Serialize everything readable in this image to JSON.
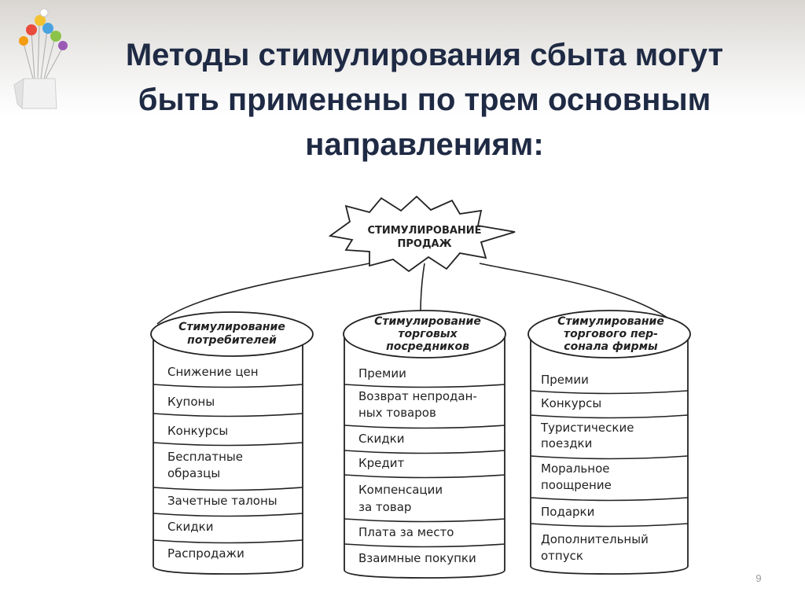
{
  "title": {
    "lines": [
      "Методы стимулирования сбыта могут",
      "быть применены по трем основным",
      "направлениям:"
    ]
  },
  "diagram": {
    "root": {
      "lines": [
        "СТИМУЛИРОВАНИЕ",
        "ПРОДАЖ"
      ]
    },
    "columns": [
      {
        "heading": [
          "Стимулирование",
          "потребителей"
        ],
        "items": [
          [
            "Снижение цен"
          ],
          [
            "Купоны"
          ],
          [
            "Конкурсы"
          ],
          [
            "Бесплатные",
            "образцы"
          ],
          [
            "Зачетные талоны"
          ],
          [
            "Скидки"
          ],
          [
            "Распродажи"
          ]
        ]
      },
      {
        "heading": [
          "Стимулирование",
          "торговых",
          "посредников"
        ],
        "items": [
          [
            "Премии"
          ],
          [
            "Возврат непродан-",
            "ных товаров"
          ],
          [
            "Скидки"
          ],
          [
            "Кредит"
          ],
          [
            "Компенсации",
            "за товар"
          ],
          [
            "Плата за место"
          ],
          [
            "Взаимные покупки"
          ]
        ]
      },
      {
        "heading": [
          "Стимулирование",
          "торгового пер-",
          "сонала фирмы"
        ],
        "items": [
          [
            "Премии"
          ],
          [
            "Конкурсы"
          ],
          [
            "Туристические",
            "поездки"
          ],
          [
            "Моральное",
            "поощрение"
          ],
          [
            "Подарки"
          ],
          [
            "Дополнительный",
            "отпуск"
          ]
        ]
      }
    ]
  },
  "page_number": "9",
  "colors": {
    "title": "#1f2a44",
    "ink": "#222222",
    "page_number": "#9a9a9a"
  },
  "icons": {
    "logo": "lightbulb-balloons-icon"
  }
}
